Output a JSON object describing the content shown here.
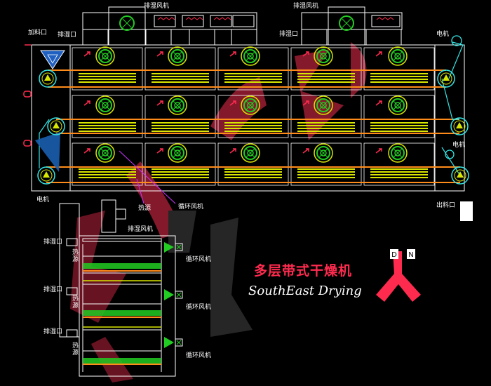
{
  "labels": {
    "exhaust_fan_1": "排湿风机",
    "exhaust_fan_2": "排湿风机",
    "feed_inlet": "加料口",
    "exhaust_port_1": "排湿口",
    "exhaust_port_2": "排湿口",
    "motor_top": "电机",
    "motor_right": "电机",
    "motor_left": "电机",
    "heat_exchanger": "热源",
    "circ_fan_main": "循环风机",
    "outlet": "出料口",
    "exhaust_fan_side": "排湿风机",
    "circ_fan_1": "循环风机",
    "circ_fan_2": "循环风机",
    "circ_fan_3": "循环风机",
    "exhaust_side_1": "排湿口",
    "exhaust_side_2": "排湿口",
    "exhaust_side_3": "排湿口",
    "heat_side_1": "热源",
    "heat_side_2": "热源",
    "heat_side_3": "热源"
  },
  "title_cn": "多层带式干燥机",
  "title_en": "SouthEast Drying",
  "logo_letters": [
    "D",
    "N"
  ],
  "colors": {
    "accent_red": "#ff2b4f",
    "belt_orange": "#ff8c1a",
    "mesh_yellow": "#d8e600",
    "fan_green": "#22cc22",
    "cyan": "#33e6e6",
    "outline": "#ffffff"
  }
}
